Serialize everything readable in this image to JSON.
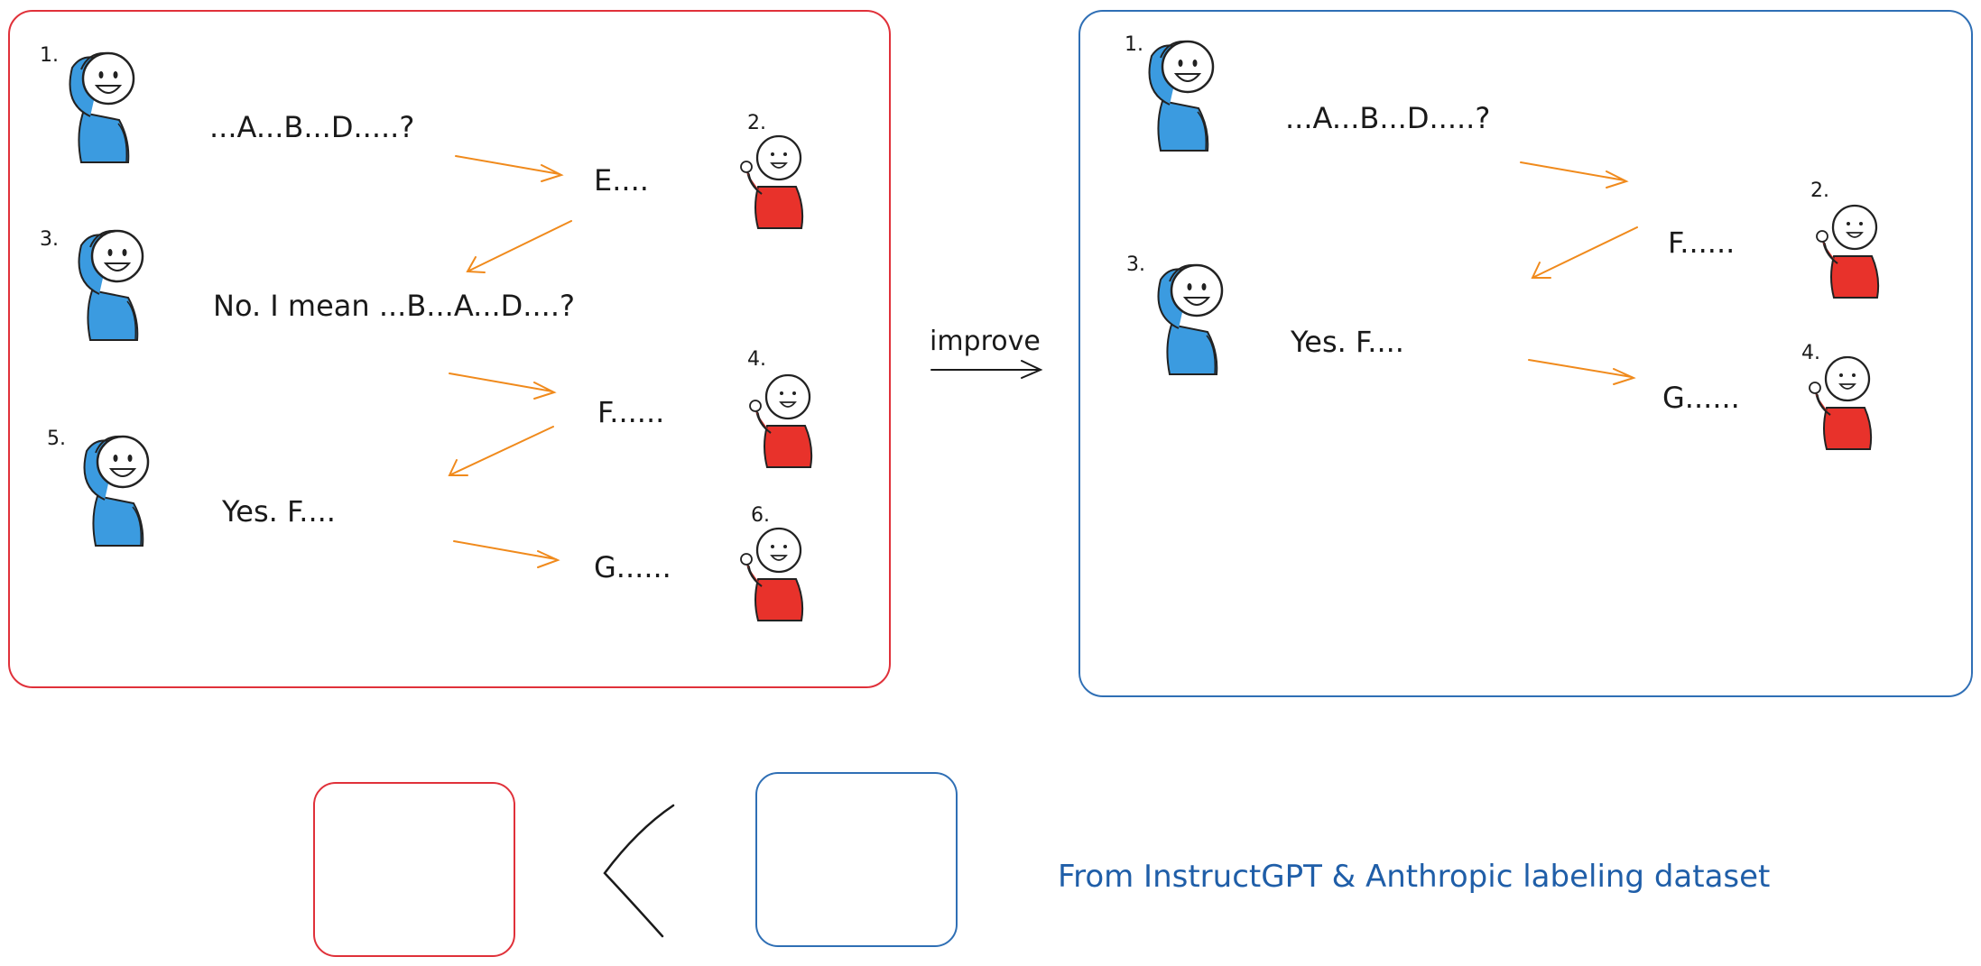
{
  "colors": {
    "red_box": "#e0313a",
    "blue_box": "#2f6fb5",
    "arrow_orange": "#f08a1c",
    "human_shirt": "#3b9be0",
    "labeler_shirt": "#e8322b",
    "text_ink": "#1a1a1a",
    "caption_blue": "#1f5ea8"
  },
  "left_panel": {
    "human_prompts": [
      {
        "number": "1.",
        "text": "...A...B...D.....?"
      },
      {
        "number": "3.",
        "text": "No. I mean ...B...A...D....?"
      },
      {
        "number": "5.",
        "text": "Yes. F...."
      }
    ],
    "labeler_responses": [
      {
        "number": "2.",
        "text": "E...."
      },
      {
        "number": "4.",
        "text": "F......"
      },
      {
        "number": "6.",
        "text": "G......"
      }
    ]
  },
  "arrow_label": "improve",
  "right_panel": {
    "human_prompts": [
      {
        "number": "1.",
        "text": "...A...B...D.....?"
      },
      {
        "number": "3.",
        "text": "Yes. F...."
      }
    ],
    "labeler_responses": [
      {
        "number": "2.",
        "text": "F......"
      },
      {
        "number": "4.",
        "text": "G......"
      }
    ]
  },
  "comparison": {
    "symbol": "<"
  },
  "caption": "From InstructGPT & Anthropic labeling dataset"
}
